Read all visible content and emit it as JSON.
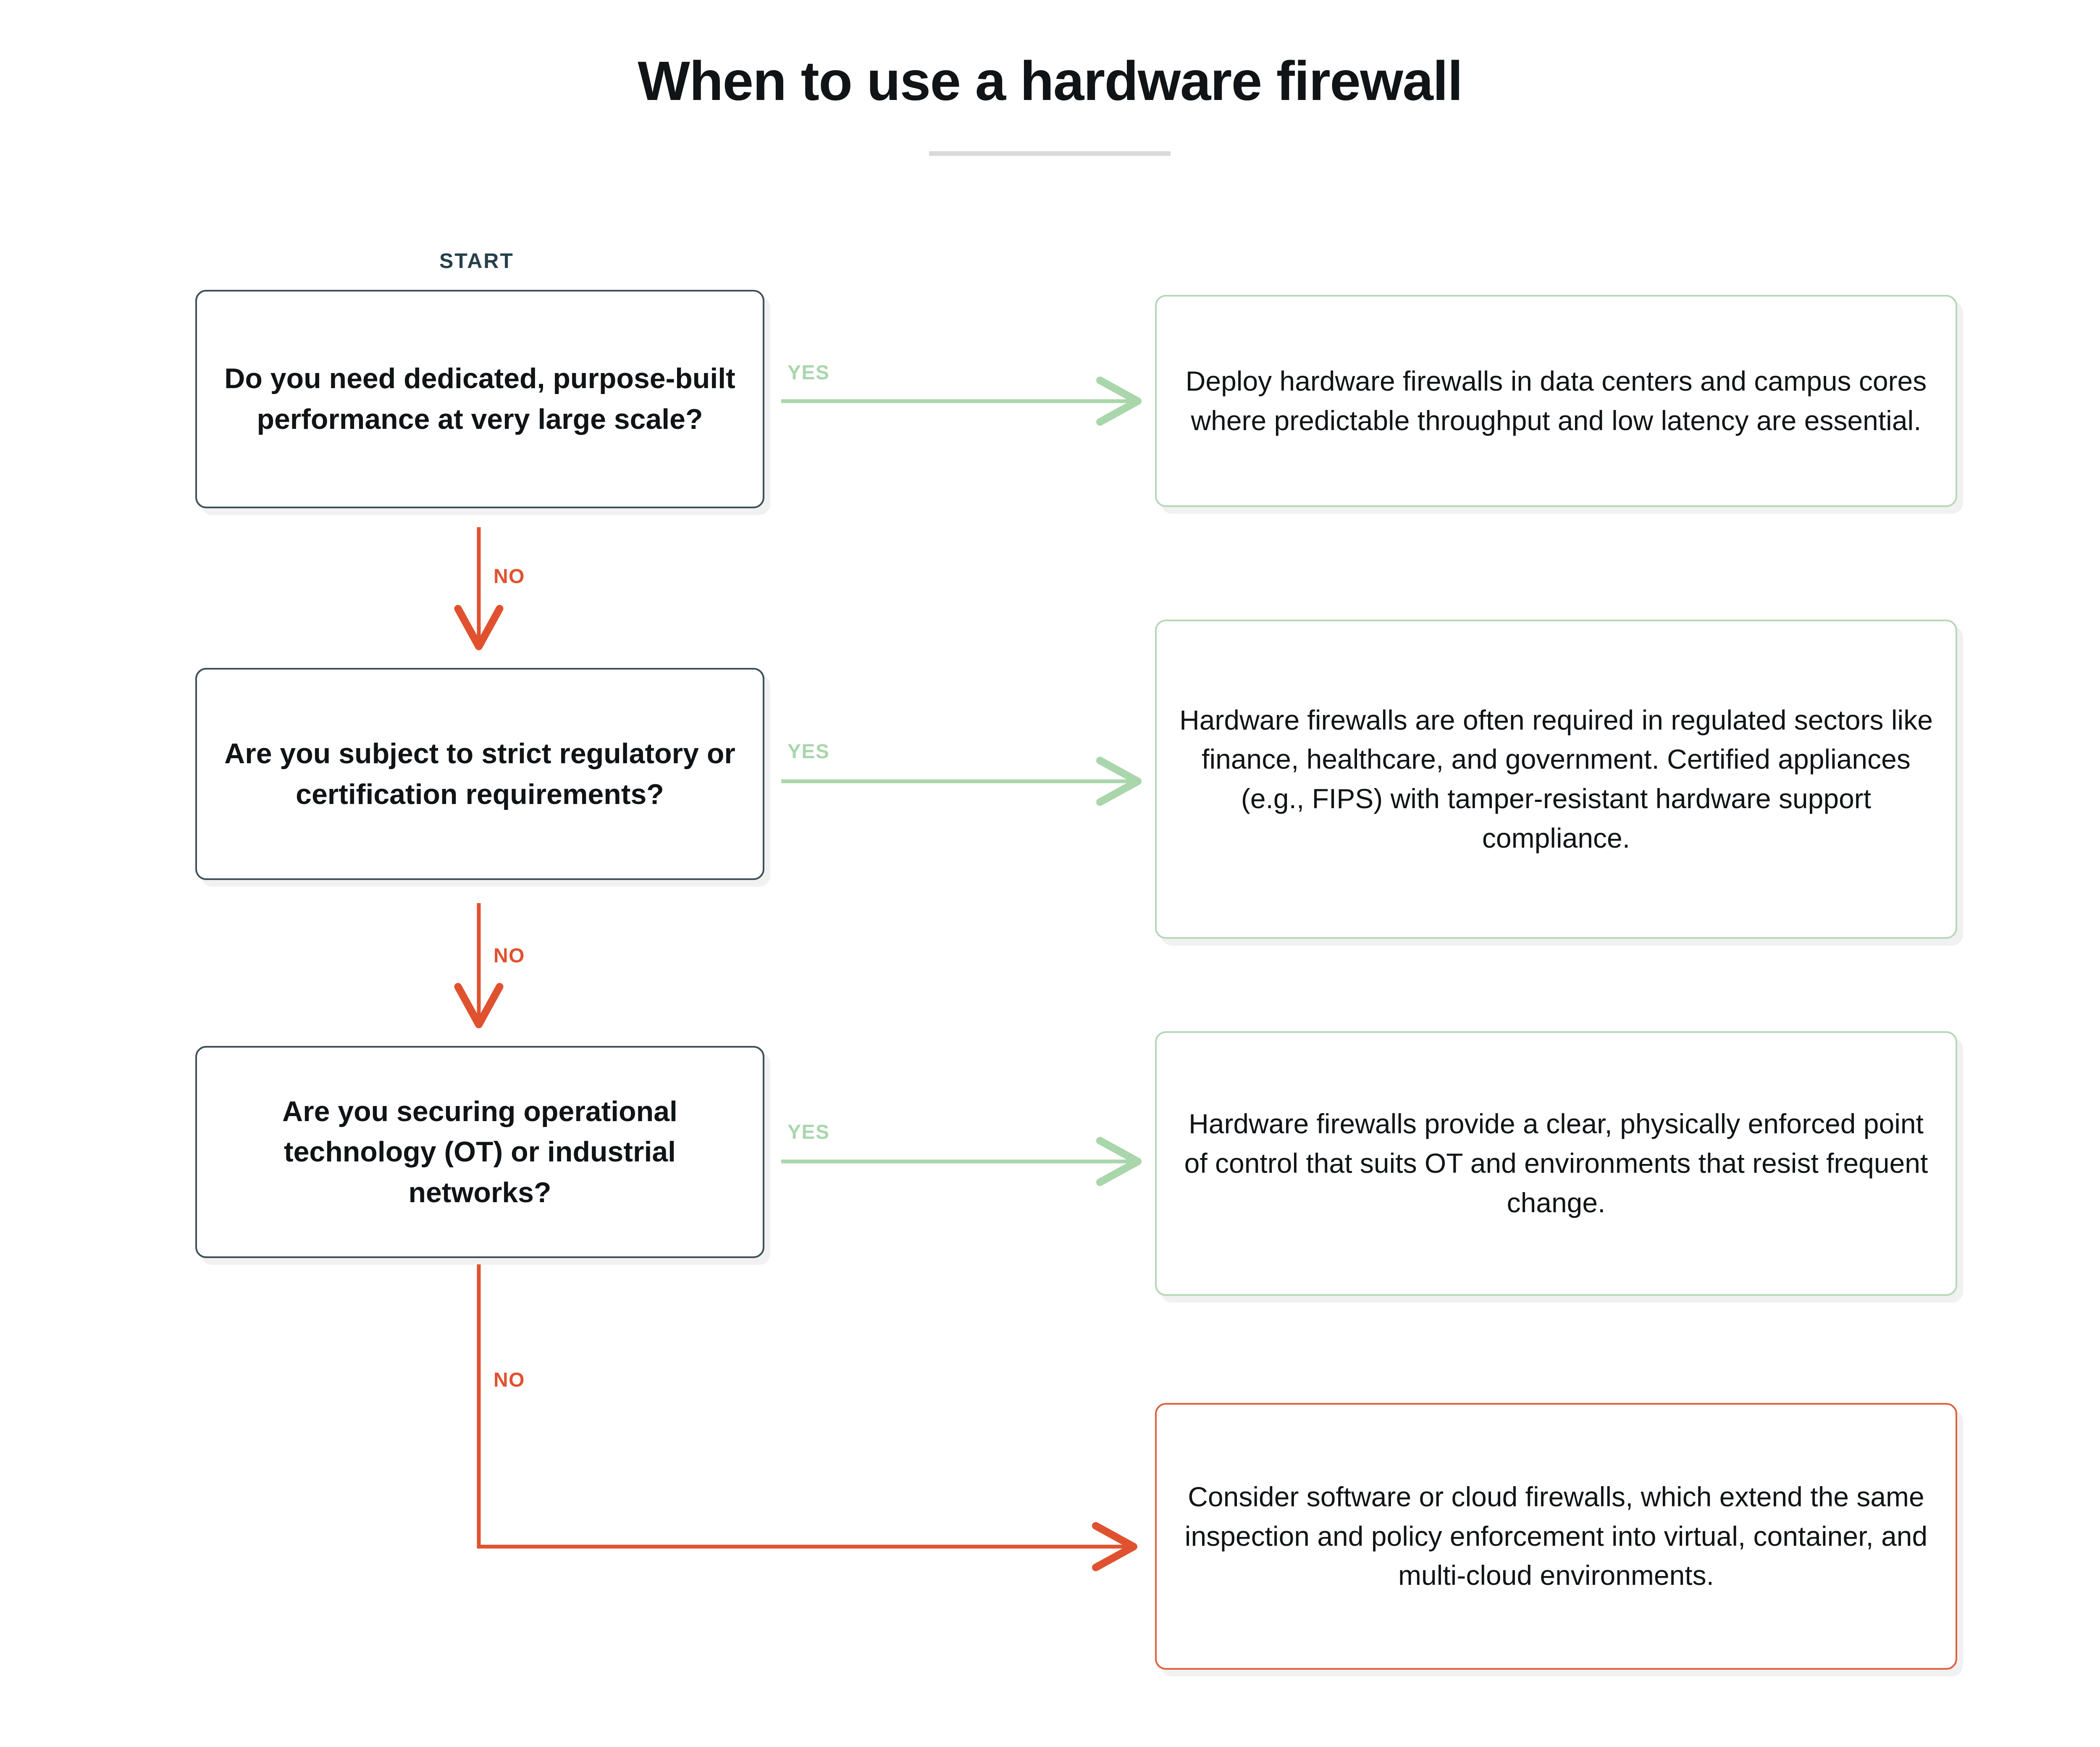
{
  "header": {
    "title": "When to use a hardware firewall",
    "divider": true
  },
  "colors": {
    "decision_border": "#3c5058",
    "outcome_green_border": "#b5d8b6",
    "outcome_red_border": "#e0603f",
    "yes_edge": "#a9d6ab",
    "no_edge": "#e0522f",
    "start_label": "#25404a",
    "divider": "#d9d9d9",
    "text": "#111416",
    "background": "#ffffff"
  },
  "flow": {
    "start_label": "START",
    "yes_label": "YES",
    "no_label": "NO",
    "decisions": [
      {
        "id": "d1",
        "text": "Do you need dedicated, purpose-built performance at very large scale?"
      },
      {
        "id": "d2",
        "text": "Are you subject to strict regulatory or certification requirements?"
      },
      {
        "id": "d3",
        "text": "Are you securing operational technology (OT) or industrial networks?"
      }
    ],
    "outcomes": [
      {
        "id": "o1",
        "tone": "green",
        "text": "Deploy hardware firewalls in data centers and campus cores where predictable throughput and low latency are essential."
      },
      {
        "id": "o2",
        "tone": "green",
        "text": "Hardware firewalls are often required in regulated sectors like finance, healthcare, and government. Certified appliances (e.g., FIPS) with tamper-resistant hardware support compliance."
      },
      {
        "id": "o3",
        "tone": "green",
        "text": "Hardware firewalls provide a clear, physically enforced point of control that suits OT and environments that resist frequent change."
      },
      {
        "id": "o4",
        "tone": "red",
        "text": "Consider software or cloud firewalls, which extend the same inspection and policy enforcement into virtual, container, and multi-cloud environments."
      }
    ],
    "edges": [
      {
        "from": "d1",
        "to": "o1",
        "label": "YES",
        "tone": "green"
      },
      {
        "from": "d1",
        "to": "d2",
        "label": "NO",
        "tone": "red"
      },
      {
        "from": "d2",
        "to": "o2",
        "label": "YES",
        "tone": "green"
      },
      {
        "from": "d2",
        "to": "d3",
        "label": "NO",
        "tone": "red"
      },
      {
        "from": "d3",
        "to": "o3",
        "label": "YES",
        "tone": "green"
      },
      {
        "from": "d3",
        "to": "o4",
        "label": "NO",
        "tone": "red"
      }
    ]
  }
}
